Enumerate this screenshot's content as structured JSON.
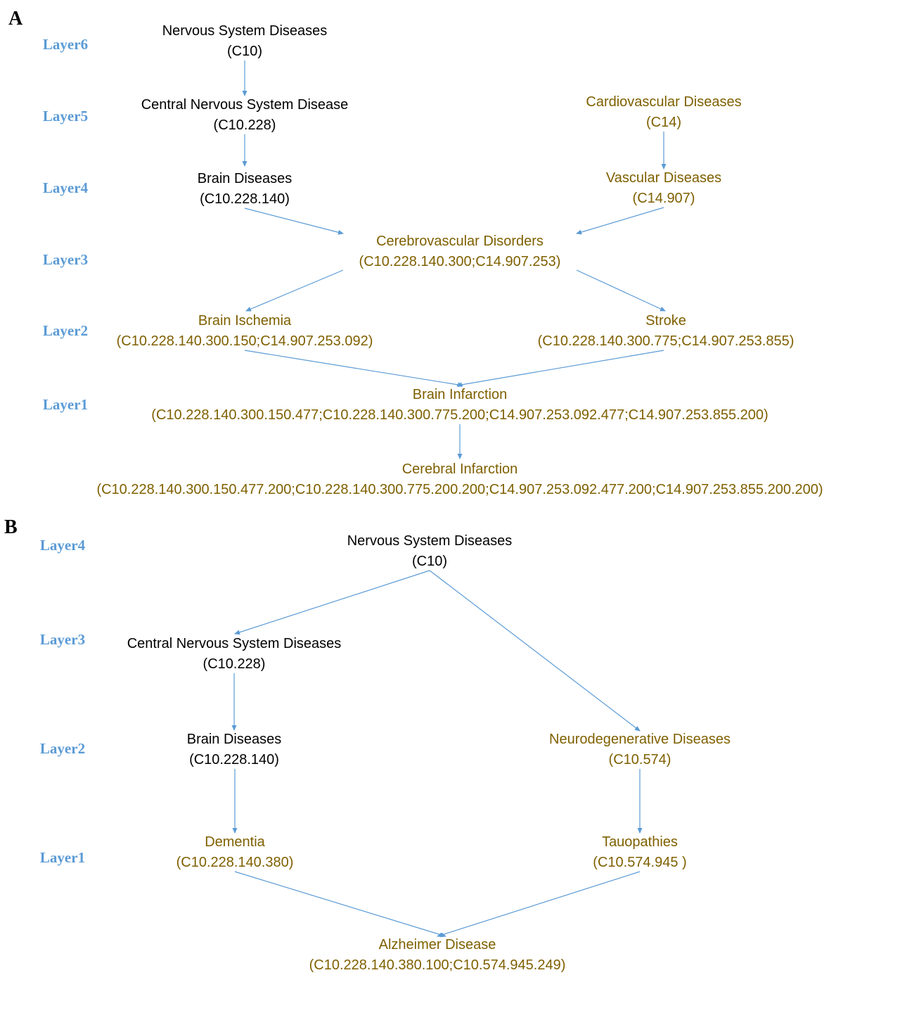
{
  "colors": {
    "layer_label": "#5B9BD5",
    "arrow": "#5B9BD5",
    "node_black": "#000000",
    "node_olive": "#7F6000"
  },
  "panels": [
    {
      "id": "A",
      "label": "A",
      "layers": [
        "Layer6",
        "Layer5",
        "Layer4",
        "Layer3",
        "Layer2",
        "Layer1"
      ],
      "nodes": [
        {
          "id": "a_nsd",
          "name": "Nervous System Diseases",
          "code": "(C10)",
          "color": "black"
        },
        {
          "id": "a_cnsd",
          "name": "Central Nervous System Disease",
          "code": "(C10.228)",
          "color": "black"
        },
        {
          "id": "a_brain",
          "name": "Brain Diseases",
          "code": "(C10.228.140)",
          "color": "black"
        },
        {
          "id": "a_cardio",
          "name": "Cardiovascular Diseases",
          "code": "(C14)",
          "color": "olive"
        },
        {
          "id": "a_vasc",
          "name": "Vascular Diseases",
          "code": "(C14.907)",
          "color": "olive"
        },
        {
          "id": "a_cereb",
          "name": "Cerebrovascular Disorders",
          "code": "(C10.228.140.300;C14.907.253)",
          "color": "olive"
        },
        {
          "id": "a_isch",
          "name": "Brain Ischemia",
          "code": "(C10.228.140.300.150;C14.907.253.092)",
          "color": "olive"
        },
        {
          "id": "a_stroke",
          "name": "Stroke",
          "code": "(C10.228.140.300.775;C14.907.253.855)",
          "color": "olive"
        },
        {
          "id": "a_binf",
          "name": "Brain Infarction",
          "code": "(C10.228.140.300.150.477;C10.228.140.300.775.200;C14.907.253.092.477;C14.907.253.855.200)",
          "color": "olive"
        },
        {
          "id": "a_cinf",
          "name": "Cerebral Infarction",
          "code": "(C10.228.140.300.150.477.200;C10.228.140.300.775.200.200;C14.907.253.092.477.200;C14.907.253.855.200.200)",
          "color": "olive"
        }
      ],
      "edges": [
        [
          "a_nsd",
          "a_cnsd"
        ],
        [
          "a_cnsd",
          "a_brain"
        ],
        [
          "a_cardio",
          "a_vasc"
        ],
        [
          "a_brain",
          "a_cereb"
        ],
        [
          "a_vasc",
          "a_cereb"
        ],
        [
          "a_cereb",
          "a_isch"
        ],
        [
          "a_cereb",
          "a_stroke"
        ],
        [
          "a_isch",
          "a_binf"
        ],
        [
          "a_stroke",
          "a_binf"
        ],
        [
          "a_binf",
          "a_cinf"
        ]
      ]
    },
    {
      "id": "B",
      "label": "B",
      "layers": [
        "Layer4",
        "Layer3",
        "Layer2",
        "Layer1"
      ],
      "nodes": [
        {
          "id": "b_nsd",
          "name": "Nervous System Diseases",
          "code": "(C10)",
          "color": "black"
        },
        {
          "id": "b_cnsd",
          "name": "Central Nervous System Diseases",
          "code": "(C10.228)",
          "color": "black"
        },
        {
          "id": "b_brain",
          "name": "Brain Diseases",
          "code": "(C10.228.140)",
          "color": "black"
        },
        {
          "id": "b_neuro",
          "name": "Neurodegenerative Diseases",
          "code": "(C10.574)",
          "color": "olive"
        },
        {
          "id": "b_dem",
          "name": "Dementia",
          "code": "(C10.228.140.380)",
          "color": "olive"
        },
        {
          "id": "b_tau",
          "name": "Tauopathies",
          "code": "(C10.574.945 )",
          "color": "olive"
        },
        {
          "id": "b_alz",
          "name": "Alzheimer Disease",
          "code": "(C10.228.140.380.100;C10.574.945.249)",
          "color": "olive"
        }
      ],
      "edges": [
        [
          "b_nsd",
          "b_cnsd"
        ],
        [
          "b_nsd",
          "b_neuro"
        ],
        [
          "b_cnsd",
          "b_brain"
        ],
        [
          "b_brain",
          "b_dem"
        ],
        [
          "b_neuro",
          "b_tau"
        ],
        [
          "b_dem",
          "b_alz"
        ],
        [
          "b_tau",
          "b_alz"
        ]
      ]
    }
  ]
}
